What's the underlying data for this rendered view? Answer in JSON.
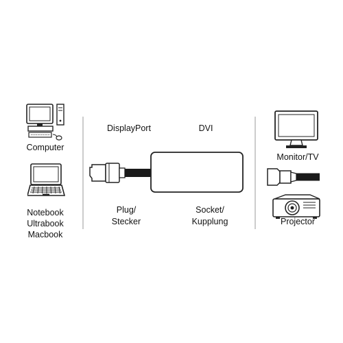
{
  "left_devices": {
    "computer": "Computer",
    "notebook": [
      "Notebook",
      "Ultrabook",
      "Macbook"
    ]
  },
  "connectors": {
    "source_type": "DisplayPort",
    "target_type": "DVI",
    "source_gender": [
      "Plug/",
      "Stecker"
    ],
    "target_gender": [
      "Socket/",
      "Kupplung"
    ]
  },
  "right_devices": {
    "monitor": "Monitor/TV",
    "projector": "Projector"
  }
}
